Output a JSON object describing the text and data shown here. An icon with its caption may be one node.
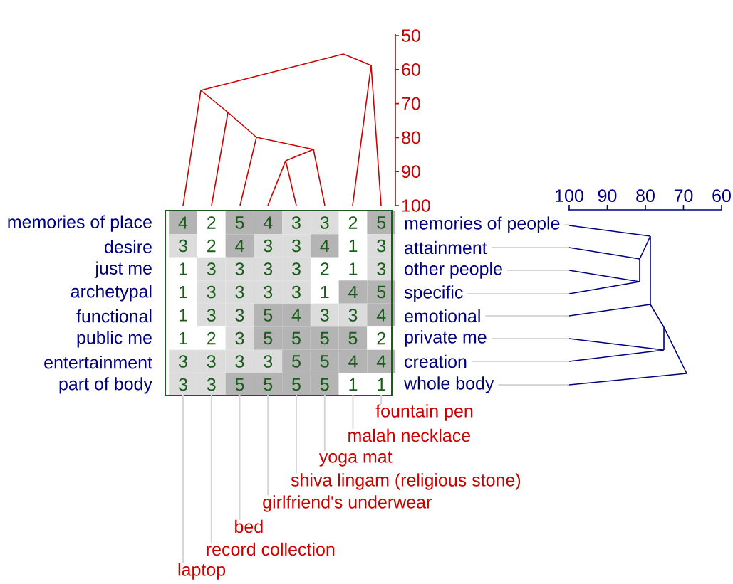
{
  "diagram": {
    "nodes": [
      {
        "text": [
          "memories of people"
        ]
      },
      {
        "text": [
          "attainment"
        ]
      },
      {
        "text": [
          "other people"
        ]
      },
      {
        "text": [
          "specific"
        ]
      },
      {
        "text": [
          "emotional"
        ]
      },
      {
        "text": [
          "private me"
        ]
      },
      {
        "text": [
          "creation"
        ]
      },
      {
        "text": [
          "whole body"
        ]
      },
      {
        "text": [
          "laptop"
        ]
      },
      {
        "text": [
          "record collection"
        ]
      },
      {
        "text": [
          "bed"
        ]
      },
      {
        "text": [
          "girlfriend's underwear"
        ]
      },
      {
        "text": [
          "shiva lingam (religious stone)"
        ]
      },
      {
        "text": [
          "yoga mat"
        ]
      },
      {
        "text": [
          "malah necklace"
        ]
      },
      {
        "text": [
          "fountain pen"
        ]
      },
      {
        "text": [],
        "shape": "box"
      },
      {
        "text": [],
        "shape": "picture"
      }
    ],
    "edges": [
      {
        "from": 0,
        "to": 17,
        "arrow": "none"
      },
      {
        "from": 1,
        "to": 17,
        "arrow": "none"
      },
      {
        "from": 2,
        "to": 17,
        "arrow": "none"
      },
      {
        "from": 3,
        "to": 17,
        "arrow": "none"
      },
      {
        "from": 4,
        "to": 17,
        "arrow": "none"
      },
      {
        "from": 5,
        "to": 17,
        "arrow": "none"
      },
      {
        "from": 6,
        "to": 17,
        "arrow": "none"
      },
      {
        "from": 7,
        "to": 17,
        "arrow": "none"
      },
      {
        "from": 8,
        "to": 16,
        "arrow": "none"
      },
      {
        "from": 9,
        "to": 16,
        "arrow": "none"
      },
      {
        "from": 10,
        "to": 16,
        "arrow": "none"
      },
      {
        "from": 11,
        "to": 16,
        "arrow": "none"
      },
      {
        "from": 12,
        "to": 16,
        "arrow": "none"
      },
      {
        "from": 13,
        "to": 16,
        "arrow": "none"
      },
      {
        "from": 14,
        "to": 16,
        "arrow": "none"
      },
      {
        "from": 15,
        "to": 16,
        "arrow": "none"
      }
    ],
    "labels": [
      "50",
      "60",
      "70",
      "80",
      "90",
      "100",
      "100",
      "90",
      "80",
      "70",
      "60",
      "memories of place",
      "desire",
      "just me",
      "archetypal",
      "functional",
      "public me",
      "entertainment",
      "part of body",
      "4",
      "2",
      "5",
      "4",
      "3",
      "3",
      "2",
      "5",
      "3",
      "2",
      "4",
      "3",
      "3",
      "4",
      "1",
      "3",
      "1",
      "3",
      "3",
      "3",
      "3",
      "2",
      "1",
      "3",
      "1",
      "3",
      "3",
      "3",
      "3",
      "1",
      "4",
      "5",
      "1",
      "3",
      "3",
      "5",
      "4",
      "3",
      "3",
      "4",
      "1",
      "2",
      "3",
      "5",
      "5",
      "5",
      "5",
      "2",
      "3",
      "3",
      "3",
      "3",
      "5",
      "5",
      "4",
      "4",
      "3",
      "3",
      "5",
      "5",
      "5",
      "5",
      "1",
      "1"
    ]
  }
}
